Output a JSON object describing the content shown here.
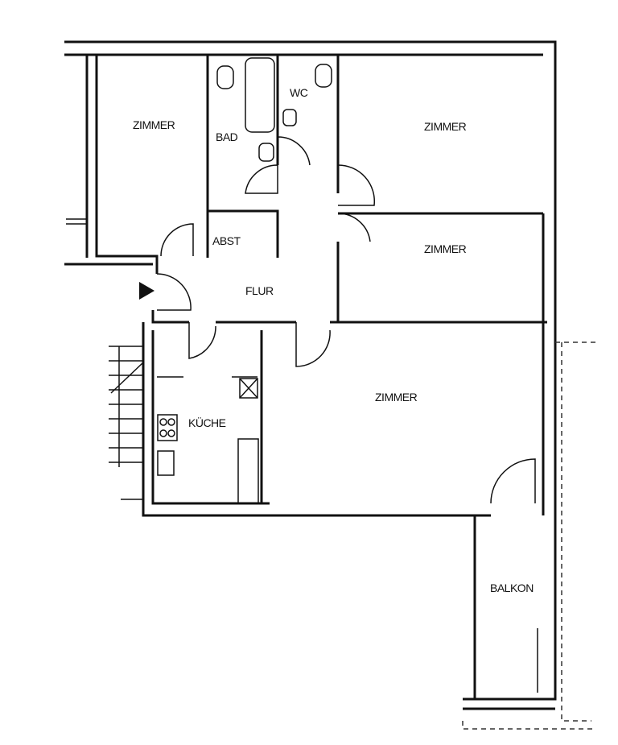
{
  "floor_plan": {
    "rooms": {
      "zimmer_top_left": "ZIMMER",
      "bad": "BAD",
      "wc": "WC",
      "zimmer_top_right": "ZIMMER",
      "abst": "ABST",
      "zimmer_mid_right": "ZIMMER",
      "flur": "FLUR",
      "zimmer_large": "ZIMMER",
      "kueche": "KÜCHE",
      "balkon": "BALKON"
    }
  }
}
